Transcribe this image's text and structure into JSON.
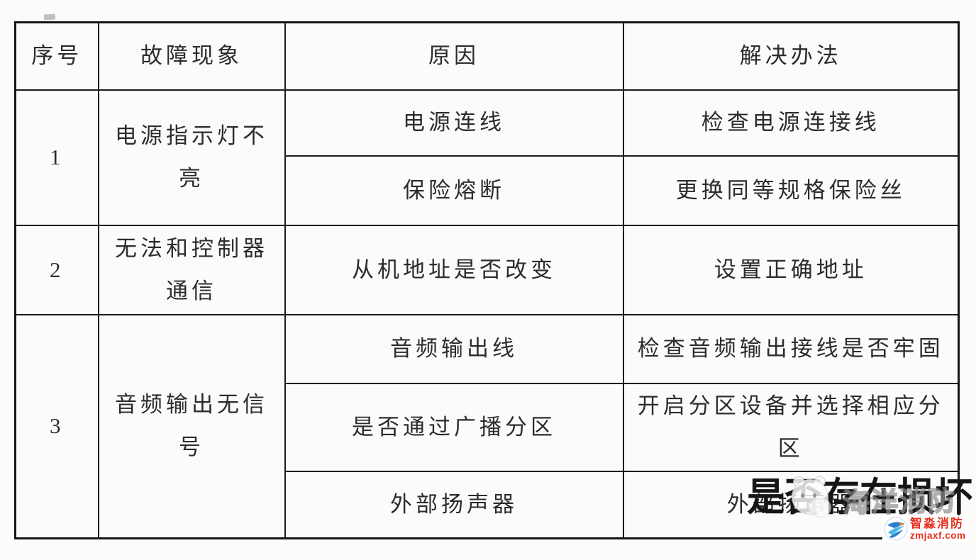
{
  "table": {
    "headers": {
      "no": "序号",
      "phenomenon": "故障现象",
      "cause": "原因",
      "solution": "解决办法"
    },
    "rows": [
      {
        "no": "1",
        "phenomenon": "电源指示灯不亮",
        "subrows": [
          {
            "cause": "电源连线",
            "solution": "检查电源连接线"
          },
          {
            "cause": "保险熔断",
            "solution": "更换同等规格保险丝"
          }
        ]
      },
      {
        "no": "2",
        "phenomenon": "无法和控制器通信",
        "subrows": [
          {
            "cause": "从机地址是否改变",
            "solution": "设置正确地址"
          }
        ]
      },
      {
        "no": "3",
        "phenomenon": "音频输出无信号",
        "subrows": [
          {
            "cause": "音频输出线",
            "solution": "检查音频输出接线是否牢固"
          },
          {
            "cause": "是否通过广播分区",
            "solution": "开启分区设备并选择相应分区"
          },
          {
            "cause": "外部扬声器",
            "solution": "外部扬声器"
          }
        ]
      }
    ]
  },
  "overlay": {
    "big_text": "是否存在损坏",
    "watermark_text": "海洋消防",
    "brand_name": "智淼消防",
    "brand_url": "zmjaxf.com",
    "brand_color": "#e5301c",
    "logo_blue": "#2b7fd0",
    "logo_cyan": "#4db8e8",
    "logo_orange": "#f08a1d"
  }
}
